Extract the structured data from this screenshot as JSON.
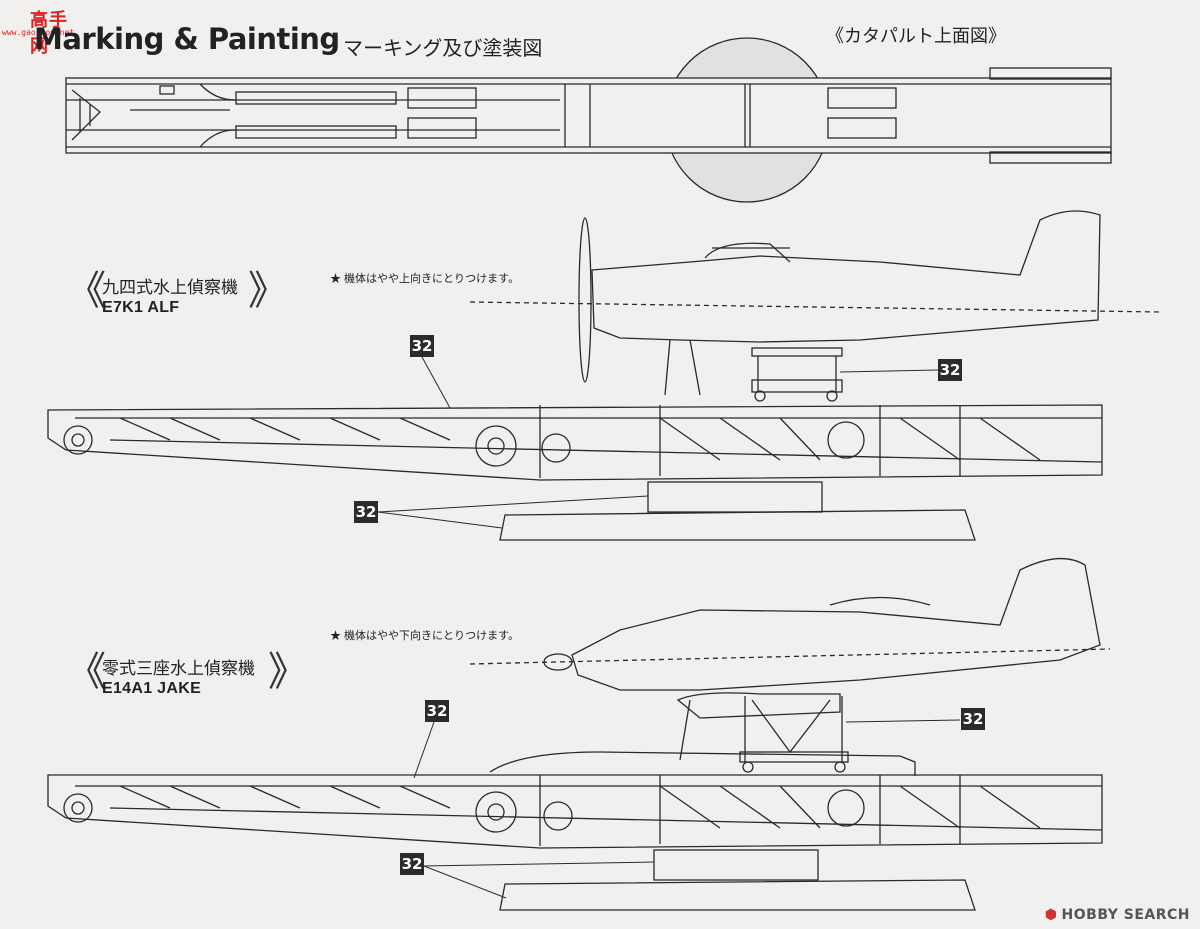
{
  "header": {
    "title_en": "Marking & Painting",
    "title_ja": "マーキング及び塗装図",
    "top_view_title": "《カタパルト上面図》"
  },
  "logo": {
    "name": "高手网",
    "url": "www.gaoshou.net"
  },
  "aircraft": [
    {
      "name_ja": "九四式水上偵察機",
      "name_en": "E7K1 ALF",
      "note": "★ 機体はやや上向きにとりつけます。"
    },
    {
      "name_ja": "零式三座水上偵察機",
      "name_en": "E14A1 JAKE",
      "note": "★ 機体はやや下向きにとりつけます。"
    }
  ],
  "part_callouts": [
    "32",
    "32",
    "32",
    "32",
    "32",
    "32"
  ],
  "brackets": {
    "open": "《",
    "close": "》"
  },
  "watermark": {
    "icon": "hobby-search-logo-icon",
    "text": "HOBBY SEARCH"
  },
  "colors": {
    "line": "#2a2a2a",
    "background": "#f1f0ee",
    "logo_red": "#d22222"
  }
}
